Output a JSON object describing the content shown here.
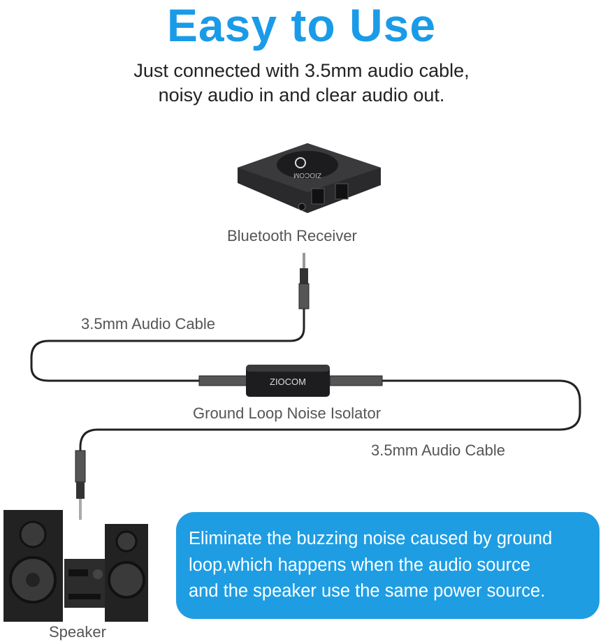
{
  "header": {
    "title": "Easy to Use",
    "subtitle_lines": [
      "Just connected with 3.5mm audio cable,",
      "noisy audio in and clear audio out."
    ]
  },
  "diagram": {
    "receiver_label": "Bluetooth Receiver",
    "cable_label_top": "3.5mm Audio Cable",
    "isolator_label": "Ground Loop Noise Isolator",
    "isolator_brand": "ZIOCOM",
    "cable_label_bottom": "3.5mm Audio Cable",
    "speaker_label": "Speaker"
  },
  "note": {
    "lines": [
      "Eliminate the buzzing noise caused by ground",
      "loop,which happens when the audio source",
      "and the speaker use the same power source."
    ]
  },
  "colors": {
    "accent": "#1a9be8",
    "note_bg": "#1e9de3"
  }
}
